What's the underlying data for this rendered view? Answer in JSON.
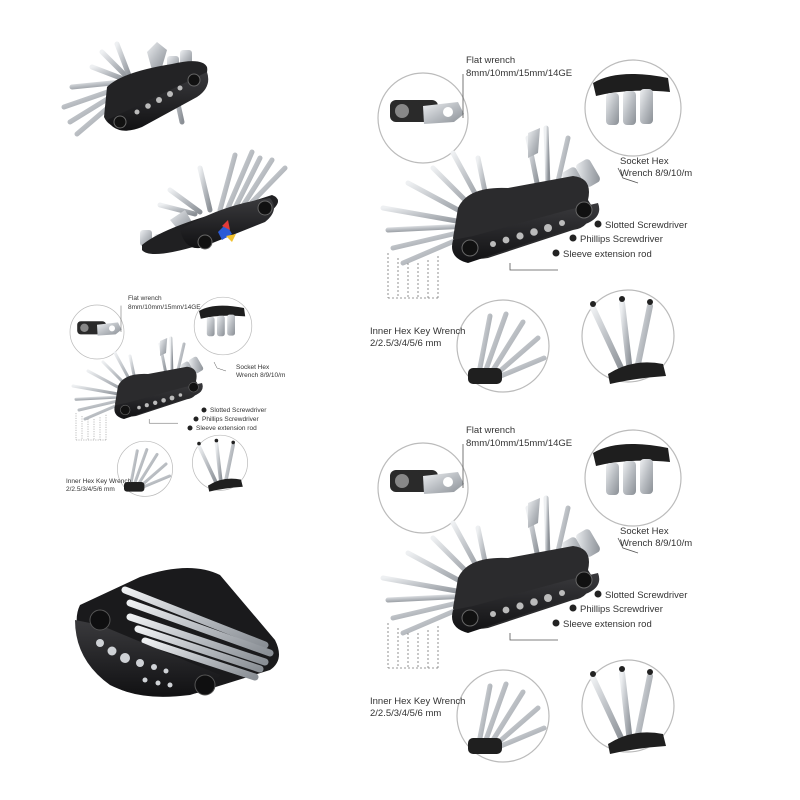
{
  "labels": {
    "flat_wrench_1": "Flat wrench",
    "flat_wrench_2": "8mm/10mm/15mm/14GE",
    "socket_1": "Socket Hex",
    "socket_2": "Wrench 8/9/10/m",
    "slotted": "Slotted Screwdriver",
    "phillips": "Phillips Screwdriver",
    "sleeve": "Sleeve extension rod",
    "hex_1": "Inner Hex Key Wrench",
    "hex_2": "2/2.5/3/4/5/6 mm"
  },
  "small_labels": {
    "flat_wrench_1": "Flat wrench",
    "flat_wrench_2": "8mm/10mm/15mm/14GE",
    "socket_1": "Socket Hex",
    "socket_2": "Wrench 8/9/10/m",
    "slotted": "Slotted Screwdriver",
    "phillips": "Phillips Screwdriver",
    "sleeve": "Sleeve extension rod",
    "hex_1": "Inner Hex Key Wrench",
    "hex_2": "2/2.5/3/4/5/6 mm"
  },
  "colors": {
    "tool_body": "#1c1c1e",
    "steel": "#c9ccd0",
    "line": "#555555"
  }
}
